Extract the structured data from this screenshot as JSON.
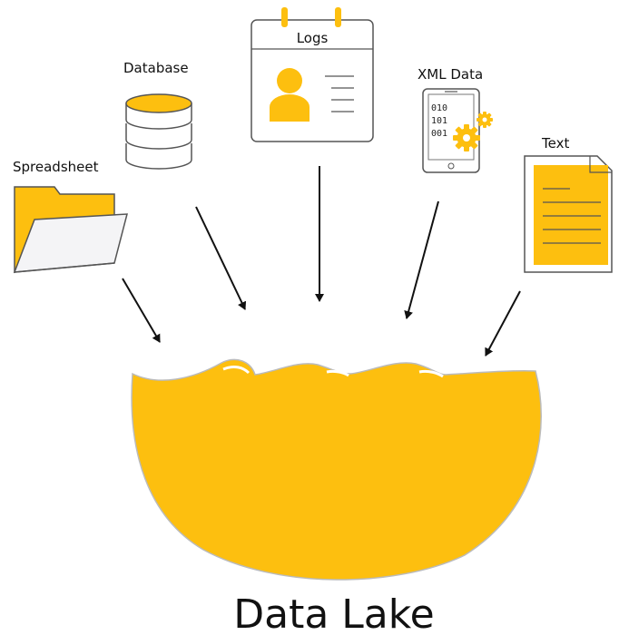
{
  "sources": {
    "spreadsheet": "Spreadsheet",
    "database": "Database",
    "logs": "Logs",
    "xml": "XML Data",
    "xml_binary": [
      "010",
      "101",
      "001"
    ],
    "text": "Text"
  },
  "target": "Data Lake",
  "colors": {
    "accent": "#FDBF0F",
    "line": "#111111",
    "muted": "#6b6b6b"
  }
}
